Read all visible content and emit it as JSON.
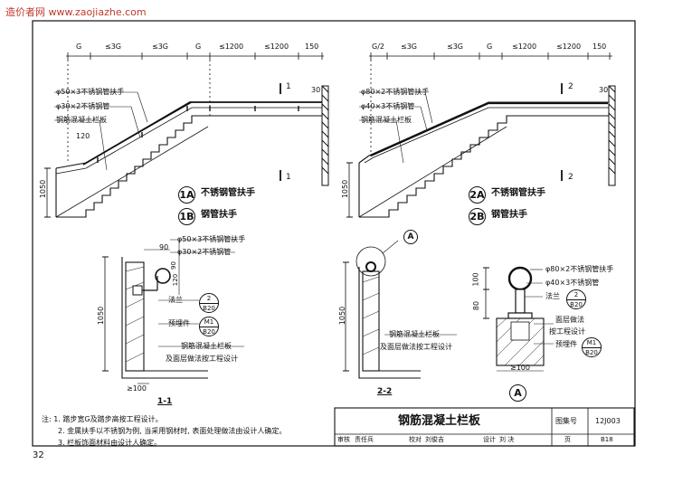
{
  "watermark": "造价者网 www.zaojiazhe.com",
  "page_number": "32",
  "top_left": {
    "dims": [
      "G",
      "≤3G",
      "≤3G",
      "G",
      "≤1200",
      "≤1200",
      "150"
    ],
    "callouts": [
      "φ50×3不锈钢管扶手",
      "φ30×2不锈钢管",
      "钢筋混凝土栏板"
    ],
    "dim_120": "120",
    "dim_1050": "1050",
    "dim_30": "30",
    "section_mark": "1",
    "legend_a_circle": "1A",
    "legend_a_text": "不锈钢管扶手",
    "legend_b_circle": "1B",
    "legend_b_text": "钢管扶手"
  },
  "top_right": {
    "dims": [
      "G/2",
      "≤3G",
      "≤3G",
      "G",
      "≤1200",
      "≤1200",
      "150"
    ],
    "callouts": [
      "φ80×2不锈钢管扶手",
      "φ40×3不锈钢管",
      "钢筋混凝土栏板"
    ],
    "dim_1050": "1050",
    "dim_30": "30",
    "section_mark": "2",
    "legend_a_circle": "2A",
    "legend_a_text": "不锈钢管扶手",
    "legend_b_circle": "2B",
    "legend_b_text": "钢管扶手"
  },
  "section_1_1": {
    "callouts": [
      "φ50×3不锈钢管扶手",
      "φ30×2不锈钢管",
      "法兰",
      "预埋件",
      "钢筋混凝土栏板",
      "及面层做法按工程设计"
    ],
    "ref_flange": {
      "top": "2",
      "bottom": "B20"
    },
    "ref_embed": {
      "top": "M1",
      "bottom": "B20"
    },
    "dim_90": "90",
    "dim_1050": "1050",
    "dim_90b": "90",
    "dim_120": "120",
    "dim_100": "≥100",
    "label": "1-1"
  },
  "section_2_2": {
    "callouts": [
      "钢筋混凝土栏板",
      "及面层做法按工程设计"
    ],
    "detail_ref": "A",
    "dim_1050": "1050",
    "label": "2-2"
  },
  "detail_a": {
    "callouts": [
      "φ80×2不锈钢管扶手",
      "φ40×3不锈钢管",
      "法兰",
      "面层做法",
      "按工程设计",
      "预埋件"
    ],
    "ref_flange": {
      "top": "2",
      "bottom": "B20"
    },
    "ref_embed": {
      "top": "M1",
      "bottom": "B20"
    },
    "dim_100": "100",
    "dim_80": "80",
    "dim_min": "≥100",
    "label": "A"
  },
  "notes": [
    "注: 1. 踏步宽G及踏步高按工程设计。",
    "2. 金属扶手以不锈钢为例, 当采用钢材时, 表面处理做法由设计人确定。",
    "3. 栏板饰面材料由设计人确定。"
  ],
  "title_block": {
    "title": "钢筋混凝土栏板",
    "atlas_label": "图集号",
    "atlas_value": "12J003",
    "review": "审核",
    "responsible": "责任兵",
    "check": "校对",
    "checker": "刘俊吉",
    "design": "设计",
    "designer": "刘 决",
    "page_label": "页",
    "page_value": "B18"
  }
}
